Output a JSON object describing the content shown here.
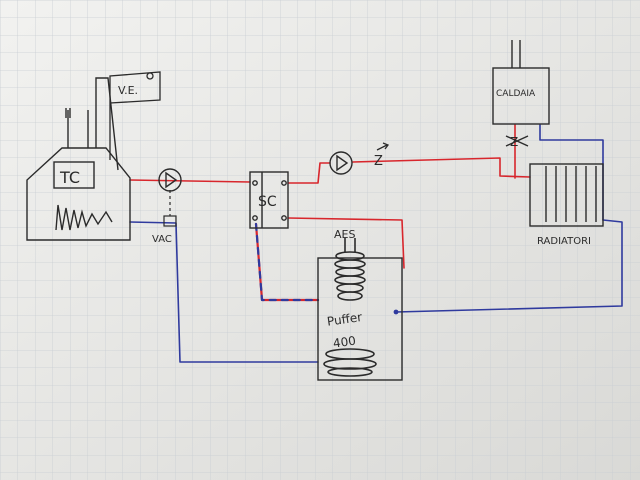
{
  "diagram": {
    "labels": {
      "ve": "V.E.",
      "tc": "TC",
      "vac": "VAC",
      "sc": "SC",
      "aes": "AES",
      "puffer_line1": "Puffer",
      "puffer_line2": "400",
      "caldaia": "CALDAIA",
      "z": "Z",
      "radiatori": "RADIATORI"
    },
    "colors": {
      "paper": "#ececea",
      "grid": "#c9ced3",
      "ink": "#2b2b2b",
      "hot_pipe": "#d8262c",
      "cold_pipe": "#2f3a9e"
    },
    "icons": [
      "pump-icon",
      "zone-valve-icon",
      "coil-icon"
    ]
  }
}
